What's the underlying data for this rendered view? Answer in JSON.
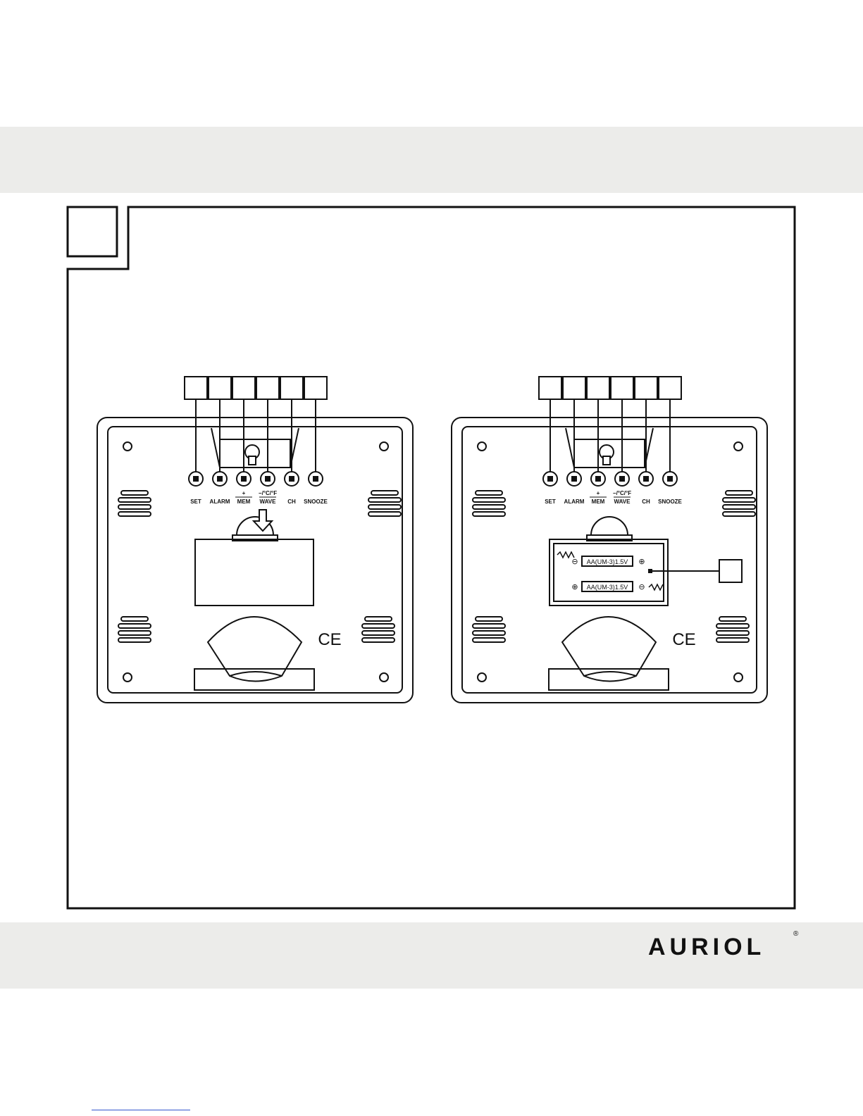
{
  "brand": {
    "logo_text": "AURIOL",
    "registered": "®"
  },
  "devices": [
    {
      "id": "left",
      "buttons": [
        "SET",
        "ALARM",
        "MEM",
        "WAVE",
        "CH",
        "SNOOZE"
      ],
      "button_superscripts": [
        "",
        "",
        "+",
        "−/°C/°F",
        "",
        ""
      ],
      "ce_mark": "CE",
      "battery_cover": "closed"
    },
    {
      "id": "right",
      "buttons": [
        "SET",
        "ALARM",
        "MEM",
        "WAVE",
        "CH",
        "SNOOZE"
      ],
      "button_superscripts": [
        "",
        "",
        "+",
        "−/°C/°F",
        "",
        ""
      ],
      "ce_mark": "CE",
      "battery_cover": "open",
      "battery_labels": [
        "AA(UM-3)1.5V",
        "AA(UM-3)1.5V"
      ]
    }
  ]
}
